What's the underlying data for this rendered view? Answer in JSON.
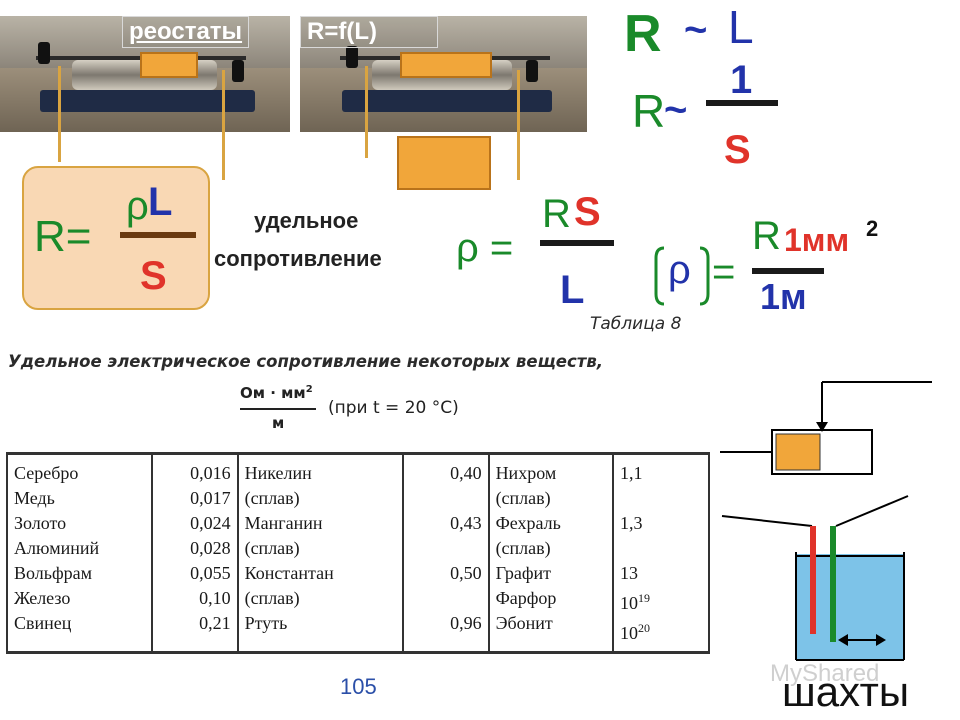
{
  "header": {
    "rheostats_label": "реостаты",
    "function_label": "R=f(L)"
  },
  "proportion": {
    "r1": "R",
    "tilde1": "~",
    "l": "L",
    "r2": "R",
    "tilde2": "~",
    "one": "1",
    "s": "S"
  },
  "formula_main": {
    "r_eq": "R=",
    "rho": "ρ",
    "l": "L",
    "s": "S"
  },
  "specific_resistance_label": {
    "line1": "удельное",
    "line2": "сопротивление"
  },
  "rho_formula": {
    "rho_eq": "ρ =",
    "r": "R",
    "s": "S",
    "l": "L"
  },
  "rho_unit": {
    "rho": "ρ",
    "eq": "=",
    "r": "R",
    "one_mm": "1мм",
    "exp": "2",
    "one_m": "1м"
  },
  "table": {
    "caption": "Таблица 8",
    "title": "Удельное электрическое сопротивление некоторых веществ,",
    "unit_num": "Ом · мм",
    "unit_exp": "2",
    "unit_den": "м",
    "condition": "(при t = 20 °C)",
    "col1_names": [
      "Серебро",
      "Медь",
      "Золото",
      "Алюминий",
      "Вольфрам",
      "Железо",
      "Свинец"
    ],
    "col1_values": [
      "0,016",
      "0,017",
      "0,024",
      "0,028",
      "0,055",
      "0,10",
      "0,21"
    ],
    "col2_names": [
      "Никелин",
      "(сплав)",
      "Манганин",
      "(сплав)",
      "Константан",
      "(сплав)",
      "Ртуть"
    ],
    "col2_values": [
      "0,40",
      "0,43",
      "0,50",
      "0,96"
    ],
    "col3_names": [
      "Нихром",
      "(сплав)",
      "Фехраль",
      "(сплав)",
      "Графит",
      "Фарфор",
      "Эбонит"
    ],
    "col3_values": [
      "1,1",
      "1,3",
      "13",
      "10",
      "10"
    ],
    "col3_exps": [
      "19",
      "20"
    ]
  },
  "page_number": "105",
  "shafts_label": "шахты",
  "watermark": "MyShared",
  "colors": {
    "green": "#1a8a2a",
    "blue": "#2233aa",
    "red": "#e0332a",
    "orange": "#f1a63a",
    "water": "#7dc3e8",
    "page_number_blue": "#2b4fa8"
  }
}
